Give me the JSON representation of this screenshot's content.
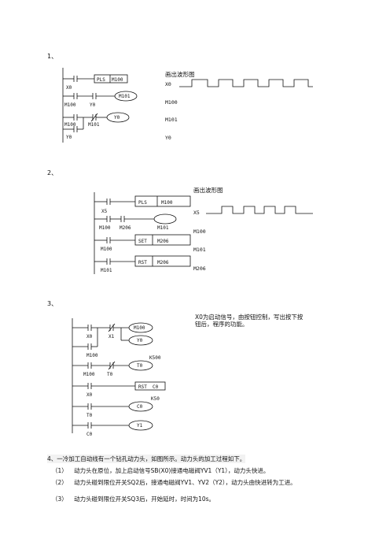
{
  "problems": [
    {
      "number": "1、",
      "instruction": "画出波形图",
      "rung_labels": {
        "contact_x0": "X0",
        "coil_pls": "PLS",
        "coil_pls_target": "M100",
        "contact_m100": "M100",
        "contact_y0": "Y0",
        "coil_m101": "M101",
        "contact_m100b": "M100",
        "contact_m101": "M101",
        "coil_y0": "Y0",
        "contact_y0b": "Y0"
      },
      "signals": [
        "X0",
        "M100",
        "M101",
        "Y0"
      ]
    },
    {
      "number": "2、",
      "instruction": "画出波形图",
      "rung_labels": {
        "contact_x5": "X5",
        "coil_pls": "PLS",
        "coil_pls_target": "M100",
        "contact_m100": "M100",
        "contact_m206": "M206",
        "coil_m101": "M101",
        "contact_m100b": "M100",
        "coil_set": "SET",
        "coil_set_target": "M206",
        "contact_m101": "M101",
        "coil_rst": "RST",
        "coil_rst_target": "M206"
      },
      "signals": [
        "X5",
        "M100",
        "M101",
        "M206"
      ]
    },
    {
      "number": "3、",
      "instruction": "X0为启动信号，由按钮控制，写出按下按钮后，程序的功能。",
      "rung_labels": {
        "contact_x0": "X0",
        "contact_x1": "X1",
        "coil_m100": "M100",
        "coil_y0": "Y0",
        "contact_m100": "M100",
        "contact_m100b": "M100",
        "contact_t0": "T0",
        "coil_t0": "T0",
        "t0_const": "K500",
        "contact_x0b": "X0",
        "coil_rst": "RST",
        "coil_rst_target": "C0",
        "contact_t0b": "T0",
        "coil_c0": "C0",
        "c0_const": "K50",
        "contact_c0": "C0",
        "coil_y1": "Y1"
      }
    },
    {
      "number": "4、",
      "intro": "一冷加工自动线有一个钻孔动力头，如图所示。动力头的加工过程如下。",
      "steps": [
        {
          "label": "（1）",
          "text": "动力头在原位，加上启动信号SB(X0)接通电磁阀YV1（Y1），动力头快进。"
        },
        {
          "label": "（2）",
          "text": "动力头碰到限位开关SQ2后，接通电磁阀YV1、YV2（Y2），动力头由快进转为工进。"
        },
        {
          "label": "（3）",
          "text": "动力头碰到限位开关SQ3后，开始延时，时间为10s。"
        }
      ]
    }
  ]
}
